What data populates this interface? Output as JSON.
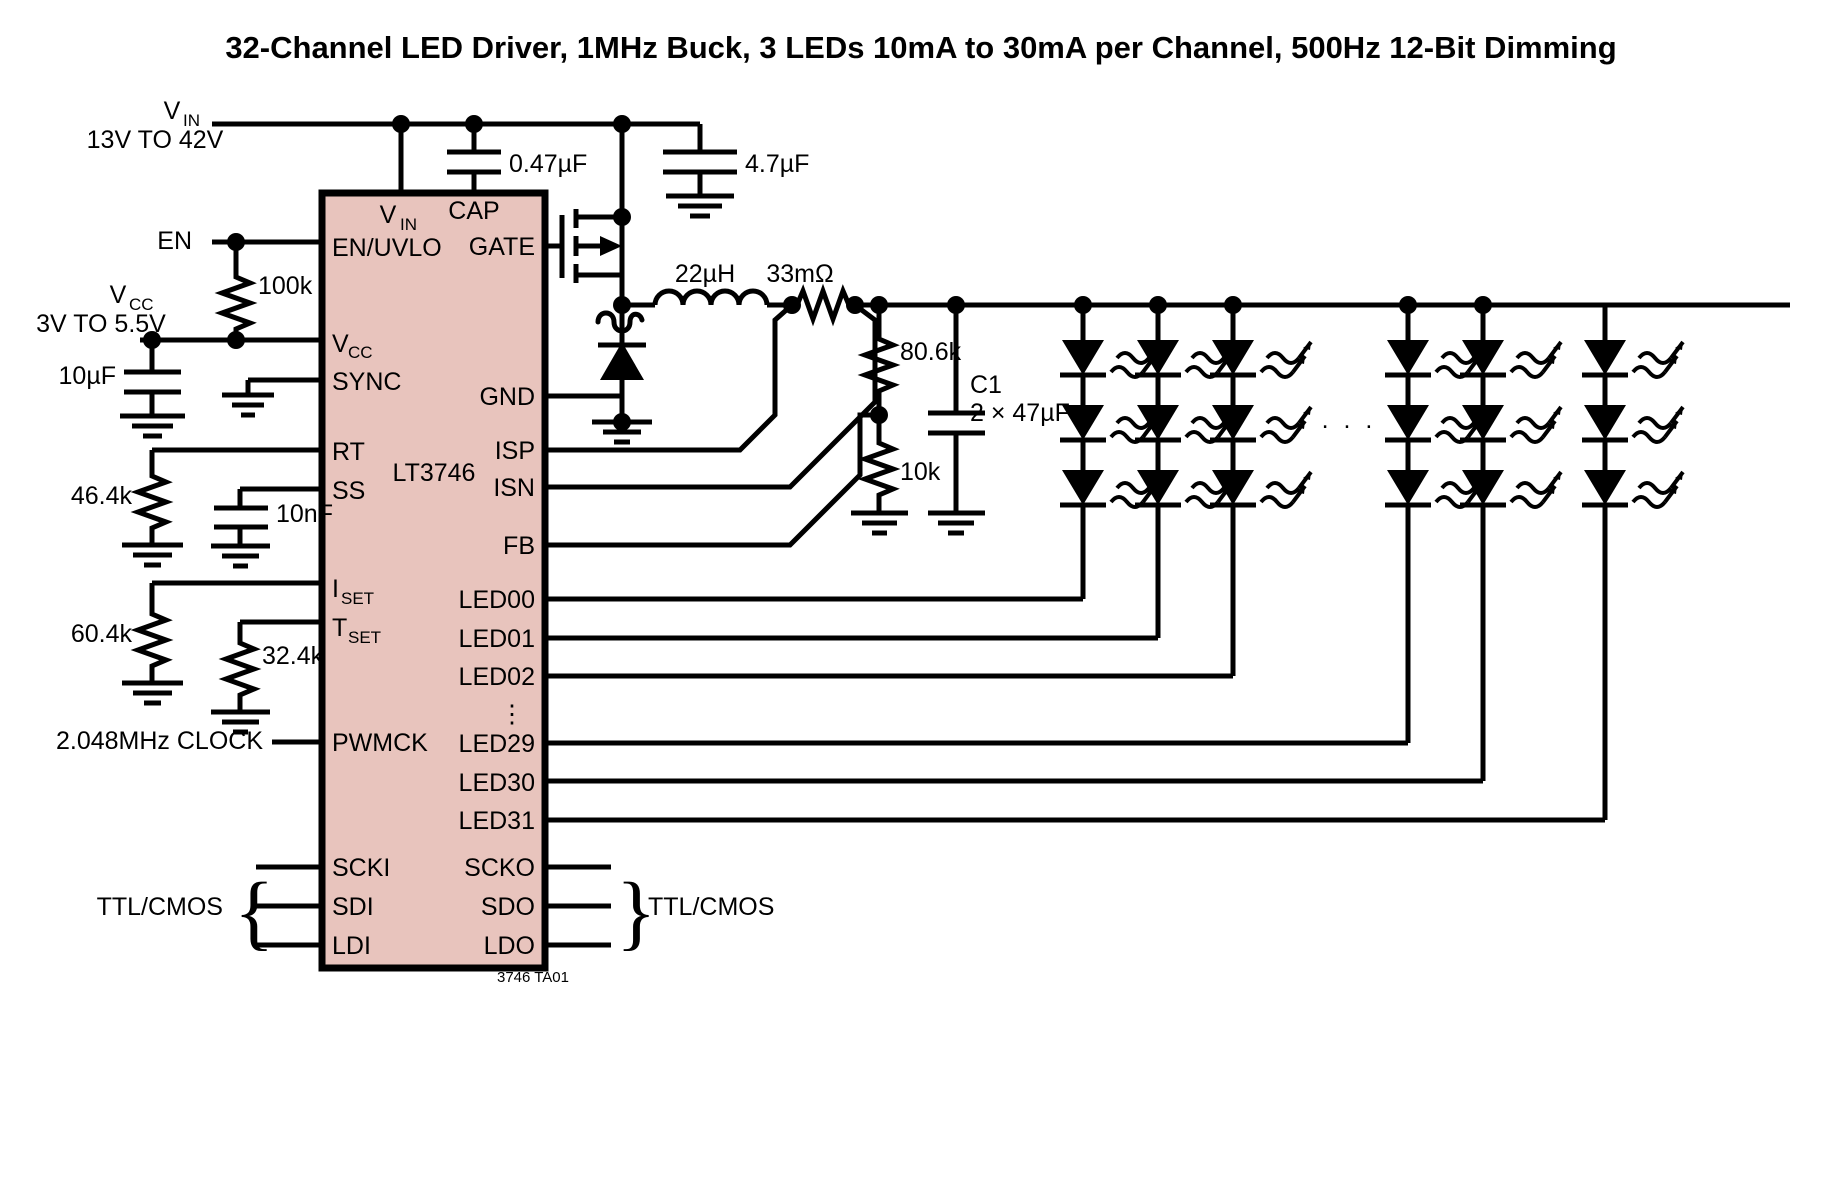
{
  "title": "32-Channel LED Driver, 1MHz Buck, 3 LEDs 10mA to 30mA per Channel, 500Hz 12-Bit Dimming",
  "part_number": "LT3746",
  "figure_id": "3746 TA01",
  "supplies": {
    "vin_name": "V",
    "vin_sub": "IN",
    "vin_range": "13V TO 42V",
    "vcc_name": "V",
    "vcc_sub": "CC",
    "vcc_range": "3V TO 5.5V",
    "en_label": "EN",
    "clock_label": "2.048MHz CLOCK"
  },
  "components": {
    "cap_vin_bypass": "0.47µF",
    "cap_vin_bulk": "4.7µF",
    "cap_vcc": "10µF",
    "cap_ss": "10nF",
    "res_en_pulldown": "100k",
    "res_rt": "46.4k",
    "res_iset": "60.4k",
    "res_tset": "32.4k",
    "inductor": "22µH",
    "res_sense": "33mΩ",
    "res_fb_top": "80.6k",
    "res_fb_bot": "10k",
    "cap_out_name": "C1",
    "cap_out_value": "2 × 47µF"
  },
  "pins": {
    "left": [
      {
        "label": "EN/UVLO",
        "sub": ""
      },
      {
        "label": "V",
        "sub": "CC"
      },
      {
        "label": "SYNC",
        "sub": ""
      },
      {
        "label": "RT",
        "sub": ""
      },
      {
        "label": "SS",
        "sub": ""
      },
      {
        "label": "I",
        "sub": "SET"
      },
      {
        "label": "T",
        "sub": "SET"
      },
      {
        "label": "PWMCK",
        "sub": ""
      },
      {
        "label": "SCKI",
        "sub": ""
      },
      {
        "label": "SDI",
        "sub": ""
      },
      {
        "label": "LDI",
        "sub": ""
      }
    ],
    "top": [
      {
        "label": "V",
        "sub": "IN"
      },
      {
        "label": "CAP",
        "sub": ""
      }
    ],
    "right": [
      {
        "label": "GATE",
        "sub": ""
      },
      {
        "label": "GND",
        "sub": ""
      },
      {
        "label": "ISP",
        "sub": ""
      },
      {
        "label": "ISN",
        "sub": ""
      },
      {
        "label": "FB",
        "sub": ""
      },
      {
        "label": "LED00",
        "sub": ""
      },
      {
        "label": "LED01",
        "sub": ""
      },
      {
        "label": "LED02",
        "sub": ""
      },
      {
        "label": "LED29",
        "sub": ""
      },
      {
        "label": "LED30",
        "sub": ""
      },
      {
        "label": "LED31",
        "sub": ""
      },
      {
        "label": "SCKO",
        "sub": ""
      },
      {
        "label": "SDO",
        "sub": ""
      },
      {
        "label": "LDO",
        "sub": ""
      }
    ],
    "vertical_ellipsis": "⋮"
  },
  "interfaces": {
    "left_logic": "TTL/CMOS",
    "right_logic": "TTL/CMOS"
  },
  "led_array": {
    "columns": 6,
    "leds_per_string": 3,
    "ellipsis": ". . ."
  },
  "colors": {
    "ic_fill": "#e8c4bd",
    "wire": "#000000",
    "background": "#ffffff"
  }
}
